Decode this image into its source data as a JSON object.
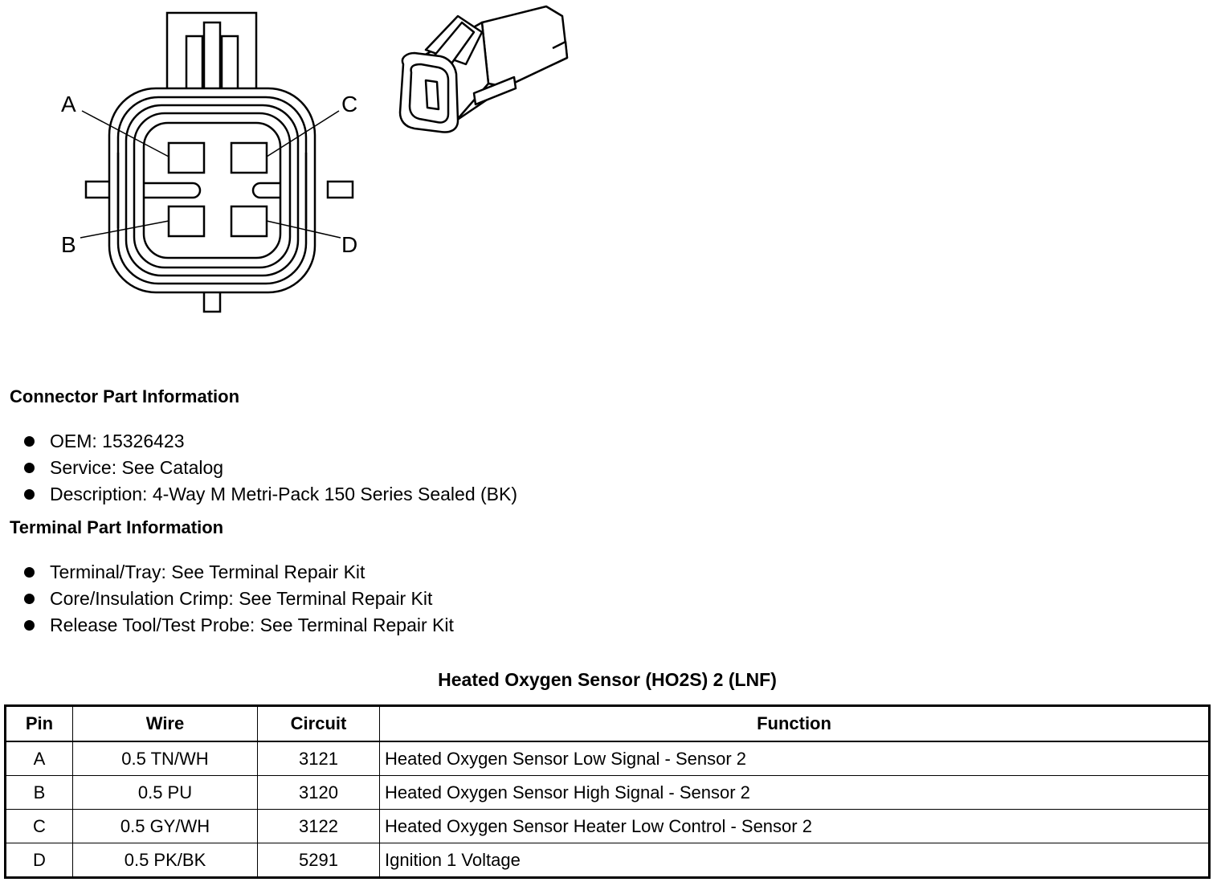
{
  "connector_face": {
    "pin_labels": {
      "a": "A",
      "b": "B",
      "c": "C",
      "d": "D"
    }
  },
  "connector_info": {
    "heading": "Connector Part Information",
    "items": [
      "OEM: 15326423",
      "Service: See Catalog",
      "Description: 4-Way M Metri-Pack 150 Series Sealed (BK)"
    ]
  },
  "terminal_info": {
    "heading": "Terminal Part Information",
    "items": [
      "Terminal/Tray: See Terminal Repair Kit",
      "Core/Insulation Crimp: See Terminal Repair Kit",
      "Release Tool/Test Probe: See Terminal Repair Kit"
    ]
  },
  "pin_table": {
    "title": "Heated Oxygen Sensor (HO2S) 2 (LNF)",
    "headers": {
      "pin": "Pin",
      "wire": "Wire",
      "circuit": "Circuit",
      "function": "Function"
    },
    "rows": [
      {
        "pin": "A",
        "wire": "0.5 TN/WH",
        "circuit": "3121",
        "function": "Heated Oxygen Sensor Low Signal - Sensor 2"
      },
      {
        "pin": "B",
        "wire": "0.5 PU",
        "circuit": "3120",
        "function": "Heated Oxygen Sensor High Signal - Sensor 2"
      },
      {
        "pin": "C",
        "wire": "0.5 GY/WH",
        "circuit": "3122",
        "function": "Heated Oxygen Sensor Heater Low Control - Sensor 2"
      },
      {
        "pin": "D",
        "wire": "0.5 PK/BK",
        "circuit": "5291",
        "function": "Ignition 1 Voltage"
      }
    ]
  }
}
